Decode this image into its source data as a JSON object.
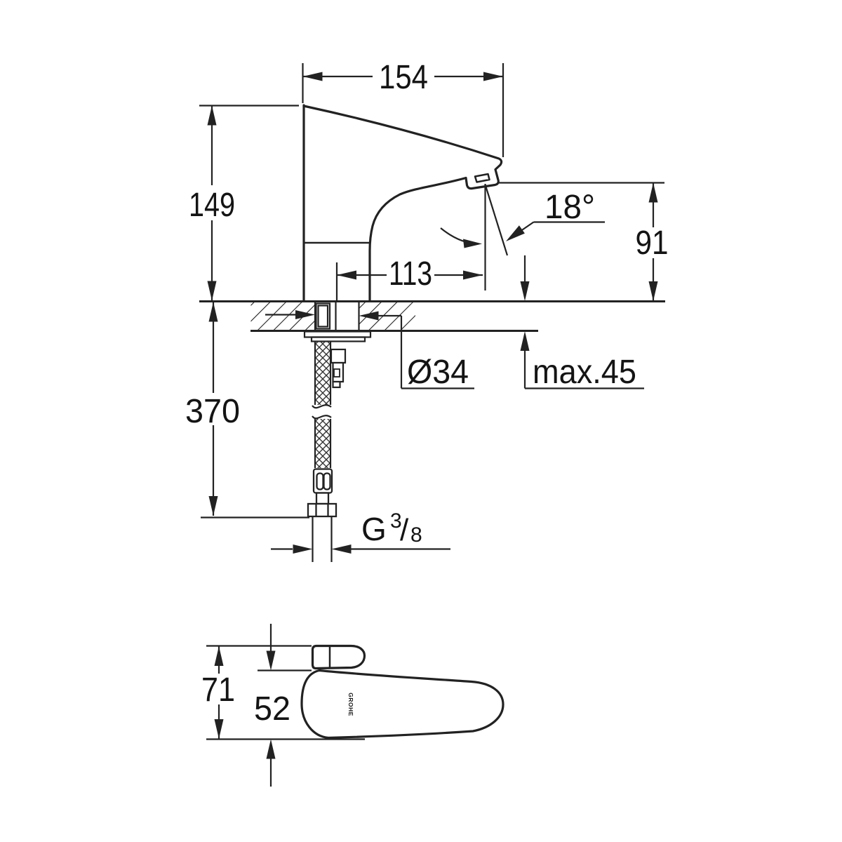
{
  "meta": {
    "background_color": "#ffffff",
    "line_color": "#222222",
    "text_color": "#141414"
  },
  "front_view": {
    "dims": {
      "overall_depth": "154",
      "body_height": "149",
      "spout_reach": "113",
      "spray_angle": "18°",
      "outlet_height": "91",
      "counter_thickness": "max.45",
      "hole_diameter": "Ø34",
      "hose_length": "370"
    },
    "thread": {
      "prefix": "G",
      "numerator": "3",
      "slash": "/",
      "denominator": "8"
    }
  },
  "top_view": {
    "dims": {
      "overall_width": "71",
      "body_width": "52"
    },
    "logo": "GROHE"
  }
}
